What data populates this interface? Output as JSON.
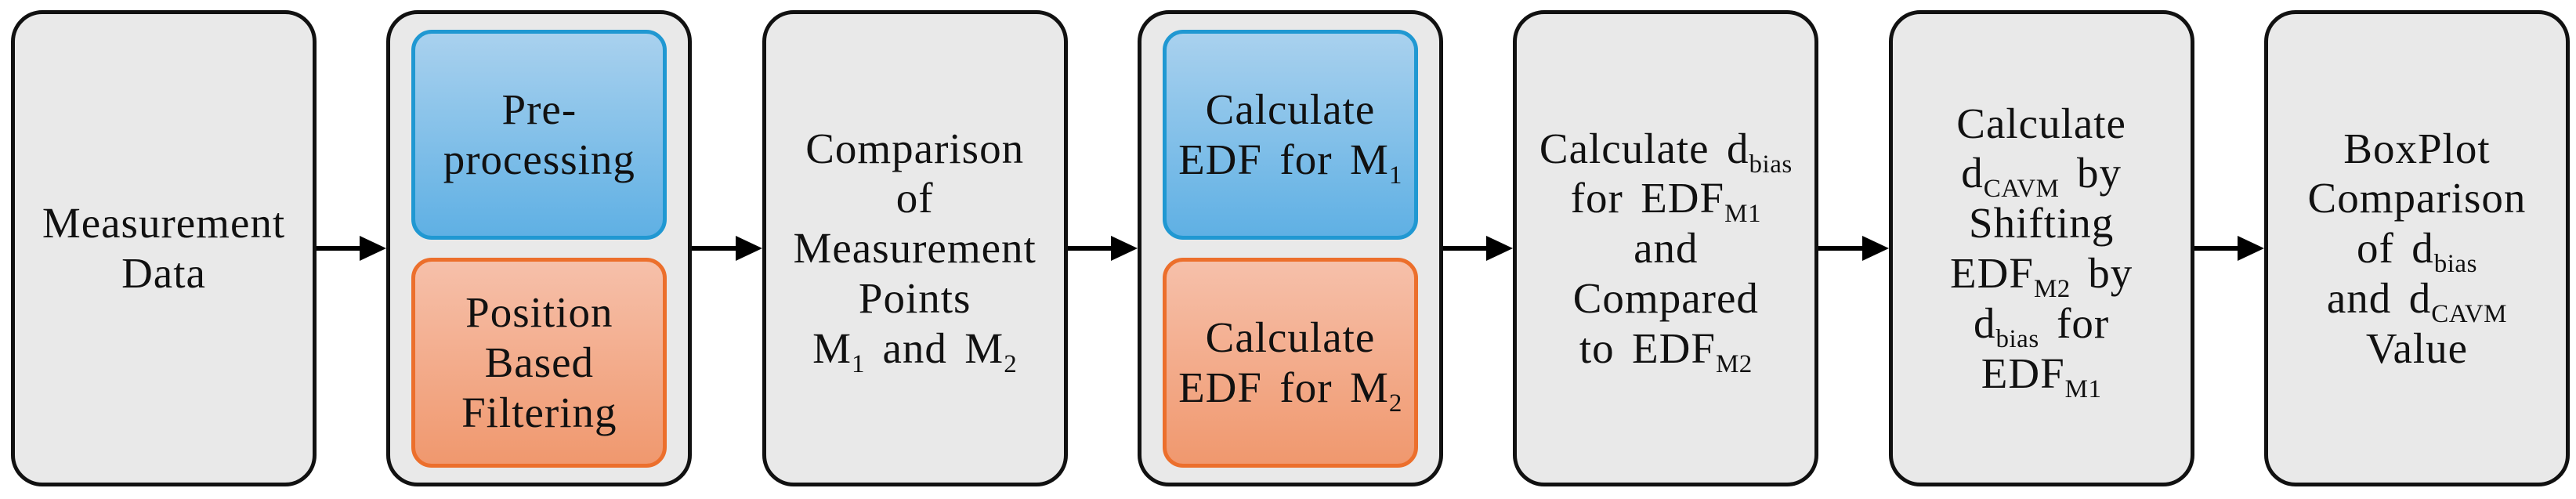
{
  "diagram": {
    "title": "CAVM workflow flowchart",
    "colors": {
      "background": "#ffffff",
      "node_fill": "#e9e9e9",
      "node_border": "#111111",
      "blue_border": "#2098d2",
      "blue_top": "#a9d1ee",
      "blue_bottom": "#5fb0e4",
      "orange_border": "#ec6f2c",
      "orange_top": "#f6c0aa",
      "orange_bottom": "#f0986e",
      "arrow": "#000000"
    }
  },
  "nodes": [
    {
      "name": "measurement-data",
      "lines": [
        [
          {
            "t": "Measurement"
          }
        ],
        [
          {
            "t": "Data"
          }
        ]
      ]
    },
    {
      "name": "preprocessing-and-position-filtering",
      "top": {
        "name": "pre-processing",
        "lines": [
          [
            {
              "t": "Pre-"
            }
          ],
          [
            {
              "t": "processing"
            }
          ]
        ]
      },
      "bottom": {
        "name": "position-based-filtering",
        "lines": [
          [
            {
              "t": "Position"
            }
          ],
          [
            {
              "t": "Based"
            }
          ],
          [
            {
              "t": "Filtering"
            }
          ]
        ]
      }
    },
    {
      "name": "comparison-of-measurement-points",
      "lines": [
        [
          {
            "t": "Comparison"
          }
        ],
        [
          {
            "t": "of"
          }
        ],
        [
          {
            "t": "Measurement"
          }
        ],
        [
          {
            "t": "Points"
          }
        ],
        [
          {
            "t": "M"
          },
          {
            "sub": "1"
          },
          {
            "t": " and M"
          },
          {
            "sub": "2"
          }
        ]
      ]
    },
    {
      "name": "calculate-edf",
      "top": {
        "name": "calculate-edf-m1",
        "lines": [
          [
            {
              "t": "Calculate"
            }
          ],
          [
            {
              "t": "EDF for M"
            },
            {
              "sub": "1"
            }
          ]
        ]
      },
      "bottom": {
        "name": "calculate-edf-m2",
        "lines": [
          [
            {
              "t": "Calculate"
            }
          ],
          [
            {
              "t": "EDF for M"
            },
            {
              "sub": "2"
            }
          ]
        ]
      }
    },
    {
      "name": "calculate-dbias",
      "lines": [
        [
          {
            "t": "Calculate d"
          },
          {
            "sub": "bias"
          }
        ],
        [
          {
            "t": "for EDF"
          },
          {
            "sub": "M1"
          }
        ],
        [
          {
            "t": "and"
          }
        ],
        [
          {
            "t": "Compared"
          }
        ],
        [
          {
            "t": "to EDF"
          },
          {
            "sub": "M2"
          }
        ]
      ]
    },
    {
      "name": "calculate-dcavm",
      "lines": [
        [
          {
            "t": "Calculate"
          }
        ],
        [
          {
            "t": "d"
          },
          {
            "sub": "CAVM"
          },
          {
            "t": " by"
          }
        ],
        [
          {
            "t": "Shifting"
          }
        ],
        [
          {
            "t": "EDF"
          },
          {
            "sub": "M2"
          },
          {
            "t": " by"
          }
        ],
        [
          {
            "t": "d"
          },
          {
            "sub": "bias"
          },
          {
            "t": " for"
          }
        ],
        [
          {
            "t": "EDF"
          },
          {
            "sub": "M1"
          }
        ]
      ]
    },
    {
      "name": "boxplot-comparison",
      "lines": [
        [
          {
            "t": "BoxPlot"
          }
        ],
        [
          {
            "t": "Comparison"
          }
        ],
        [
          {
            "t": "of d"
          },
          {
            "sub": "bias"
          }
        ],
        [
          {
            "t": "and d"
          },
          {
            "sub": "CAVM"
          }
        ],
        [
          {
            "t": "Value"
          }
        ]
      ]
    }
  ]
}
